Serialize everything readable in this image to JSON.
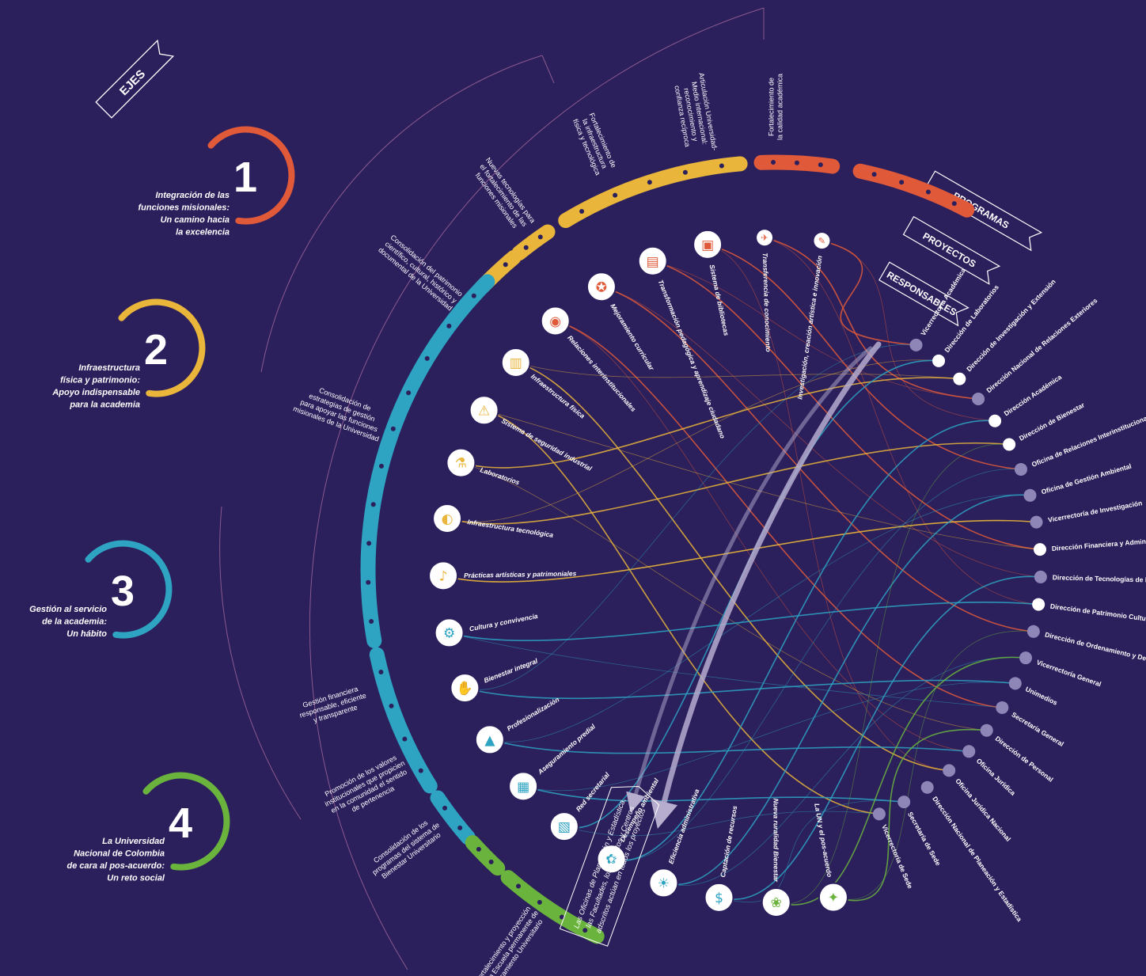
{
  "header": {
    "ejes_tag": "EJES"
  },
  "tags": {
    "programas": "PROGRAMAS",
    "proyectos": "PROYECTOS",
    "responsables": "RESPONSABLES"
  },
  "colors": {
    "background": "#2b1f5c",
    "eje1": "#e05a3a",
    "eje2": "#e9b53a",
    "eje3": "#2ea3c2",
    "eje4": "#6ab43e",
    "arrow": "#b6adcf"
  },
  "ejes": [
    {
      "number": "1",
      "lines": [
        "Integración de las",
        "funciones misionales:",
        "Un camino hacia",
        "la excelencia"
      ]
    },
    {
      "number": "2",
      "lines": [
        "Infraestructura",
        "física y patrimonio:",
        "Apoyo indispensable",
        "para la academia"
      ]
    },
    {
      "number": "3",
      "lines": [
        "Gestión al servicio",
        "de la academia:",
        "Un hábito"
      ]
    },
    {
      "number": "4",
      "lines": [
        "La Universidad",
        "Nacional de Colombia",
        "de cara al pos-acuerdo:",
        "Un reto social"
      ]
    }
  ],
  "programas": [
    {
      "eje": 1,
      "lines": [
        "Fortalecimiento de",
        "la calidad académica"
      ]
    },
    {
      "eje": 1,
      "lines": [
        "Articulación Universidad-",
        "Medio internacional:",
        "reconocimiento y",
        "confianza recíproca"
      ]
    },
    {
      "eje": 2,
      "lines": [
        "Fortalecimiento de",
        "la infraestructura",
        "física y tecnológica"
      ]
    },
    {
      "eje": 2,
      "lines": [
        "Nuevas tecnologías para",
        "el fortalecimiento de las",
        "funciones misionales"
      ]
    },
    {
      "eje": 2,
      "lines": [
        "Consolidación del patrimonio",
        "científico, cultural, histórico y",
        "documental de la Universidad"
      ]
    },
    {
      "eje": 3,
      "lines": [
        "Consolidación de",
        "estrategias de gestión",
        "para apoyar las funciones",
        "misionales de la Universidad"
      ]
    },
    {
      "eje": 3,
      "lines": [
        "Gestión financiera",
        "responsable, eficiente",
        "y transparente"
      ]
    },
    {
      "eje": 3,
      "lines": [
        "Promoción de los valores",
        "institucionales que propicien",
        "en la comunidad el sentido",
        "de pertenencia"
      ]
    },
    {
      "eje": 4,
      "lines": [
        "Consolidación de los",
        "programas del sistema de",
        "Bienestar Universitario"
      ]
    },
    {
      "eje": 4,
      "lines": [
        "Fortalecimiento y proyección",
        "de la Escuela permanente de",
        "Pensamiento Universitario"
      ]
    }
  ],
  "proyectos": [
    {
      "label": "Investigación, creación artística e innovación",
      "icon": "palette-icon",
      "eje": 1
    },
    {
      "label": "Transferencia de conocimiento",
      "icon": "paper-plane-icon",
      "eje": 1
    },
    {
      "label": "Sistema de bibliotecas",
      "icon": "id-card-icon",
      "eje": 1
    },
    {
      "label": "Transformación pedagógica y aprendizaje ciudadano",
      "icon": "book-icon",
      "eje": 1
    },
    {
      "label": "Mejoramiento curricular",
      "icon": "medal-icon",
      "eje": 1
    },
    {
      "label": "Relaciones interinstitucionales",
      "icon": "globe-icon",
      "eje": 1
    },
    {
      "label": "Infraestructura física",
      "icon": "buildings-icon",
      "eje": 2
    },
    {
      "label": "Sistema de seguridad industrial",
      "icon": "siren-icon",
      "eje": 2
    },
    {
      "label": "Laboratorios",
      "icon": "microscope-icon",
      "eje": 2
    },
    {
      "label": "Infraestructura tecnológica",
      "icon": "satellite-dish-icon",
      "eje": 2
    },
    {
      "label": "Prácticas artísticas y patrimoniales",
      "icon": "guitar-icon",
      "eje": 2
    },
    {
      "label": "Cultura y convivencia",
      "icon": "bicycle-icon",
      "eje": 3
    },
    {
      "label": "Bienestar integral",
      "icon": "handshake-icon",
      "eje": 3
    },
    {
      "label": "Profesionalización",
      "icon": "graduation-cap-icon",
      "eje": 3
    },
    {
      "label": "Aseguramiento predial",
      "icon": "fence-icon",
      "eje": 3
    },
    {
      "label": "Red secretarial",
      "icon": "files-icon",
      "eje": 3
    },
    {
      "label": "Desempeño ambiental",
      "icon": "leaf-branch-icon",
      "eje": 3
    },
    {
      "label": "Eficiencia administrativa",
      "icon": "lightbulb-icon",
      "eje": 3
    },
    {
      "label": "Captación de recursos",
      "icon": "money-bag-icon",
      "eje": 3
    },
    {
      "label": "Nueva ruralidad Bienestar",
      "icon": "flower-hand-icon",
      "eje": 4
    },
    {
      "label": "La UN y el pos-acuerdo",
      "icon": "dove-icon",
      "eje": 4
    }
  ],
  "responsables": [
    "Vicerrectoría Académica",
    "Dirección de Laboratorios",
    "Dirección de Investigación y Extensión",
    "Dirección Nacional de Relaciones Exteriores",
    "Dirección Académica",
    "Dirección de Bienestar",
    "Oficina de Relaciones Interinstitucionales",
    "Oficina de Gestión Ambiental",
    "Vicerrectoría de Investigación",
    "Dirección Financiera y Administrativa",
    "Dirección de Tecnologías de la Información y las Comunicaciones",
    "Dirección de Patrimonio Cultural",
    "Dirección de Ordenamiento y Desarrollo Físico",
    "Vicerrectoría General",
    "Unimedios",
    "Secretaría General",
    "Dirección de Personal",
    "Oficina Jurídica",
    "Oficina Jurídica Nacional",
    "Dirección Nacional de Planeación y Estadística",
    "Secretaría de Sede",
    "Vicerrectoría de Sede"
  ],
  "footnote": [
    "Las Oficinas de Planeación y Estadística,",
    "las Facultades, los Institutos y Centros",
    "adscritos actúan en todos los proyectos"
  ]
}
